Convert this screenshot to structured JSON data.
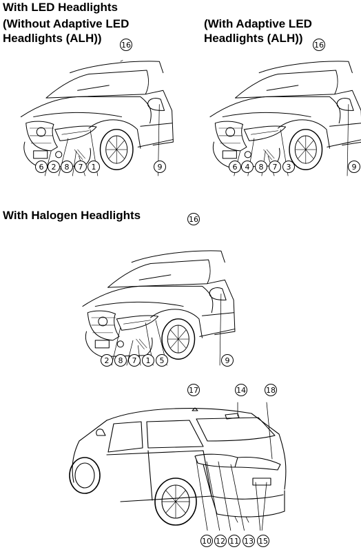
{
  "headings": {
    "led_line1": "With LED Headlights",
    "led_without_line1": "(Without Adaptive LED",
    "led_without_line2": "Headlights (ALH))",
    "led_with_line1": "(With Adaptive LED",
    "led_with_line2": "Headlights (ALH))",
    "halogen": "With Halogen Headlights"
  },
  "figures": {
    "front_led_no_alh": {
      "callouts": [
        "16",
        "6",
        "2",
        "8",
        "7",
        "1",
        "9"
      ]
    },
    "front_led_alh": {
      "callouts": [
        "16",
        "6",
        "4",
        "8",
        "7",
        "3",
        "9"
      ]
    },
    "front_halogen": {
      "callouts": [
        "16",
        "2",
        "8",
        "7",
        "1",
        "5",
        "9"
      ]
    },
    "rear": {
      "callouts": [
        "17",
        "14",
        "18",
        "10",
        "12",
        "11",
        "13",
        "15"
      ]
    }
  }
}
